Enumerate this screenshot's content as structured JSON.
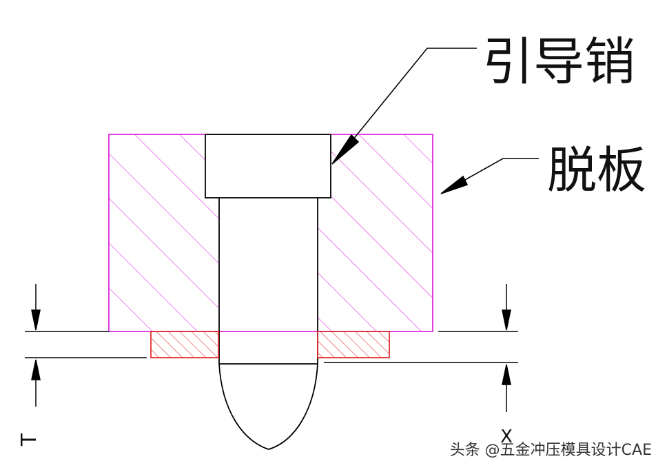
{
  "labels": {
    "guide_pin": "引导销",
    "stripper_plate": "脱板",
    "dimension_t": "T",
    "dimension_x": "X"
  },
  "watermark": "头条 @五金冲压模具设计CAE",
  "colors": {
    "stripper_plate": "#e040e0",
    "strip_material": "#e03030",
    "outline": "#000000",
    "background": "#ffffff"
  }
}
